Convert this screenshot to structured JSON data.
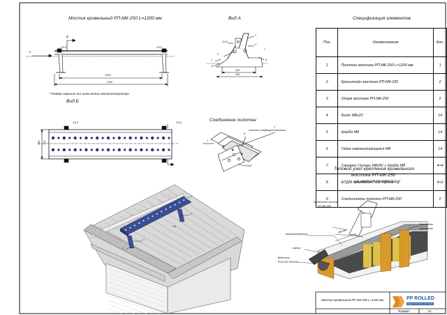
{
  "drawing": {
    "title_main": "Мостик кровельный РП-МК-250 L=1200 мм",
    "title_view_a": "Вид А",
    "title_view_b": "Вид Б",
    "title_spec": "Спецификация элементов",
    "title_joint": "Соединение полотен",
    "title_node_1": "Типовой узел крепления кровельного",
    "title_node_2": "мостика РП-МК-250",
    "title_node_3": "на металлочерепицу",
    "note_size": "* Размер зависит от шага волны металлочерепицы",
    "joint_callout": "полотно следующего мостика",
    "dims": {
      "d1000": "1000*",
      "d1200": "1200",
      "d352": "352",
      "d416": "416",
      "d250": "250",
      "d120": "120",
      "d400": "400 мм"
    },
    "markers": {
      "b": "Б",
      "a": "А",
      "pos456": "4,5,6",
      "n1": "1",
      "n2": "2",
      "n3": "3",
      "n7": "7",
      "n8": "8",
      "n9": "9"
    },
    "labels": {
      "bridge_1": "Кровельный мостик",
      "bridge_2": "РП-МК-250",
      "metal_tile": "металлочерепица",
      "eaves": "карниз",
      "gutter_1": "Водосток",
      "gutter_2": "ROLLED 150/100",
      "sheathing_1": "деревянная",
      "sheathing_2": "обрешетка"
    }
  },
  "spec_table": {
    "headers": {
      "pos": "Поз.",
      "name": "Наименование",
      "qty": "Кол."
    },
    "rows": [
      {
        "pos": "1",
        "name": "Полотно мостика РП-МК-250 L=1200 мм",
        "qty": "1"
      },
      {
        "pos": "2",
        "name": "Кронштейн мостика РП-МК-250",
        "qty": "2"
      },
      {
        "pos": "3",
        "name": "Опора мостика РП-МК-250",
        "qty": "2"
      },
      {
        "pos": "4",
        "name": "Болт М8х20",
        "qty": "14"
      },
      {
        "pos": "5",
        "name": "Шайба М8",
        "qty": "14"
      },
      {
        "pos": "6",
        "name": "Гайка самоконтрящаяся М8",
        "qty": "14"
      },
      {
        "pos": "7",
        "name": "Саморез Глухарь М8х50 + Шайба М8",
        "qty": "4+4"
      },
      {
        "pos": "8",
        "name": "ЕПДМ прокладка 7 мм +15 мм",
        "qty": "4+2"
      },
      {
        "pos": "9",
        "name": "Соединитель полотен РП-МК-250",
        "qty": "2"
      }
    ]
  },
  "title_block": {
    "name": "Мостик кровельный РП-МК-250 L=1200 мм",
    "format_label": "Формат",
    "format_value": "А3",
    "logo_text": "PP ROLLED",
    "logo_sub": "ВОДОСТОЧНЫЕ СИСТЕМЫ"
  },
  "colors": {
    "bridge_blue": "#3a4f94",
    "hole_blue": "#26357a",
    "logo_orange": "#e8851b",
    "logo_blue": "#1f5aa8",
    "tile_gray": "#d9d9d9",
    "wood": "#d99a2b",
    "insulation": "#e0c24a"
  }
}
